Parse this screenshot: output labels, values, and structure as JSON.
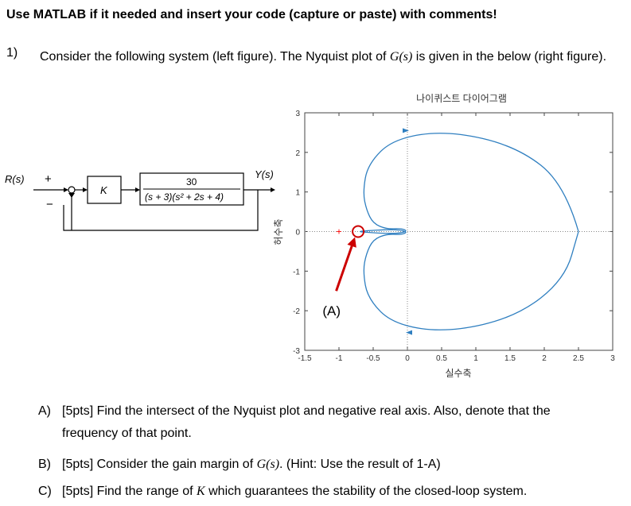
{
  "header": "Use MATLAB if it needed and insert your code (capture or paste) with comments!",
  "question": {
    "number": "1)",
    "text_before": "Consider the following system (left figure). The Nyquist plot of ",
    "g_of_s": "G(s)",
    "text_after": " is given in the below (right figure)."
  },
  "block_diagram": {
    "input_label": "R(s)",
    "plus_sign": "+",
    "minus_sign": "−",
    "gain_label": "K",
    "tf_numerator": "30",
    "tf_denominator": "(s + 3)(s² + 2s + 4)",
    "output_label": "Y(s)"
  },
  "chart_data": {
    "type": "line",
    "title": "나이퀴스트 다이어그램",
    "xlabel": "실수축",
    "ylabel": "허수축",
    "xlim": [
      -1.5,
      3
    ],
    "ylim": [
      -3,
      3
    ],
    "x_ticks": [
      "-1.5",
      "-1",
      "-0.5",
      "0",
      "0.5",
      "1",
      "1.5",
      "2",
      "2.5",
      "3"
    ],
    "y_ticks": [
      "3",
      "2",
      "1",
      "0",
      "-1",
      "-2",
      "-3"
    ],
    "series": [
      {
        "x": [
          2.5,
          2.3,
          1.6,
          0.6,
          -0.2,
          -0.58,
          -0.65,
          -0.6,
          -0.5,
          -0.3,
          -0.1,
          0.0,
          -0.1,
          -0.3,
          -0.6,
          -0.72
        ],
        "y": [
          0.0,
          1.2,
          2.15,
          2.55,
          2.35,
          1.7,
          1.0,
          0.55,
          0.2,
          0.06,
          0.08,
          0.02,
          -0.04,
          -0.05,
          -0.02,
          0.0
        ]
      }
    ],
    "critical_point": {
      "x": -1,
      "y": 0,
      "marker": "+"
    },
    "highlight_point": {
      "x": -0.72,
      "y": 0
    },
    "annotation": {
      "text": "(A)",
      "x": -1.1,
      "y": -2.0
    },
    "grid": "axes-dotted",
    "colors": {
      "curve": "#2f7fc0",
      "annotation": "#cc0000",
      "critical": "#ff0000"
    }
  },
  "subquestions": [
    {
      "label": "A)",
      "text": "[5pts] Find the intersect of the Nyquist plot and negative real axis. Also, denote that the",
      "continuation": "frequency of that point."
    },
    {
      "label": "B)",
      "text_before": "[5pts] Consider the gain margin of ",
      "g_of_s": "G(s)",
      "text_after": ". (Hint: Use the result of 1-A)"
    },
    {
      "label": "C)",
      "text_before": "[5pts] Find the range of ",
      "k": "K",
      "text_after": " which guarantees the stability of the closed-loop system."
    }
  ]
}
